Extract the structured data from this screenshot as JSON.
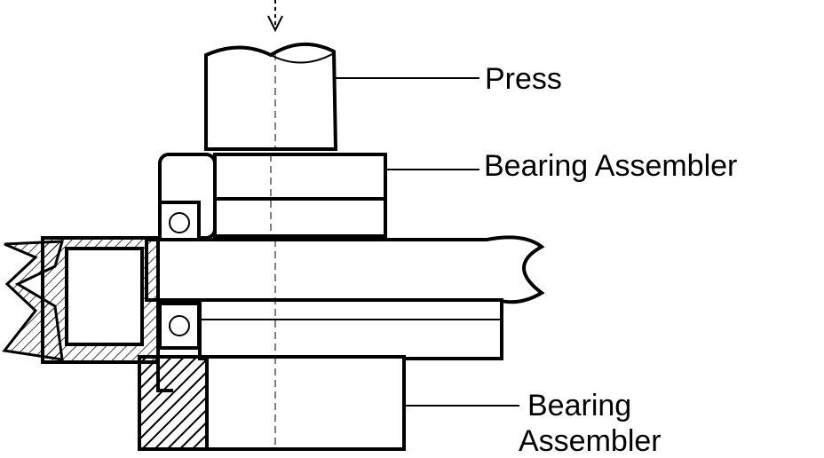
{
  "labels": {
    "press": "Press",
    "upper_assembler": "Bearing Assembler",
    "lower_assembler_line1": "Bearing",
    "lower_assembler_line2": "Assembler"
  },
  "colors": {
    "ink": "#000000",
    "background": "#ffffff"
  }
}
